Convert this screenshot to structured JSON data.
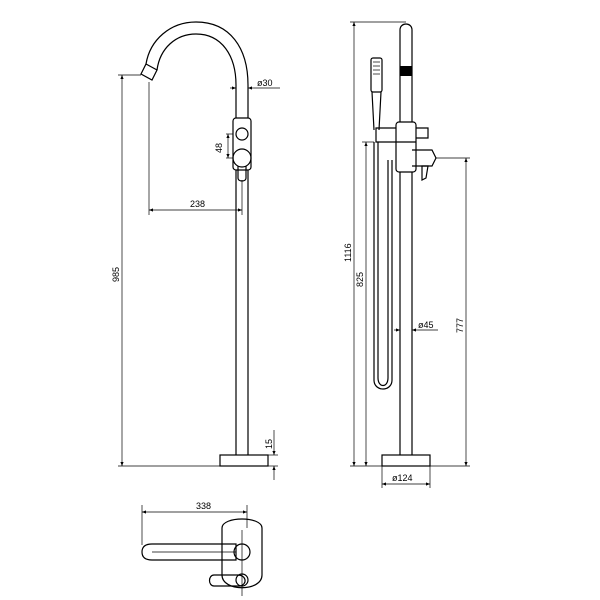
{
  "dimensions": {
    "spout_diameter": "ø30",
    "spout_reach": "238",
    "mixer_body_height": "48",
    "spout_height": "985",
    "base_thickness": "15",
    "overall_height": "1116",
    "handshower_height": "825",
    "outlet_height": "777",
    "column_diameter": "ø45",
    "base_diameter": "ø124",
    "plan_width": "338"
  }
}
